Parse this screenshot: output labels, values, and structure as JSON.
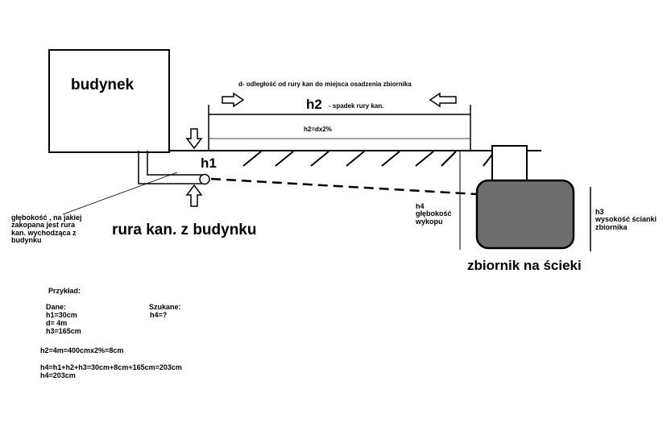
{
  "labels": {
    "building": "budynek",
    "d_desc": "d-  odległość od rury kan do miejsca osadzenia zbiornika",
    "h2": "h2",
    "h2_desc": "- spadek rury kan.",
    "h2_formula": "h2=dx2%",
    "h1": "h1",
    "depth_note": "głębokość , na jakiej\nzakopana jest rura\nkan. wychodząca z\nbudynku",
    "pipe": "rura kan. z budynku",
    "h4_desc": "h4\ngłębokość\nwykopu",
    "h3_desc": "h3\nwysokość ścianki\nzbiornika",
    "tank": "zbiornik na ścieki"
  },
  "example": {
    "title": "Przykład:",
    "given_header": "Dane:",
    "given": [
      "h1=30cm",
      "d= 4m",
      "h3=165cm"
    ],
    "sought_header": "Szukane:",
    "sought": "h4=?",
    "calc_h2": "h2=4m=400cmx2%=8cm",
    "calc_h4": "h4=h1+h2+h3=30cm+8cm+165cm=203cm",
    "result": "h4=203cm"
  },
  "colors": {
    "tank_fill": "#6e6e6e",
    "line": "#000000"
  }
}
